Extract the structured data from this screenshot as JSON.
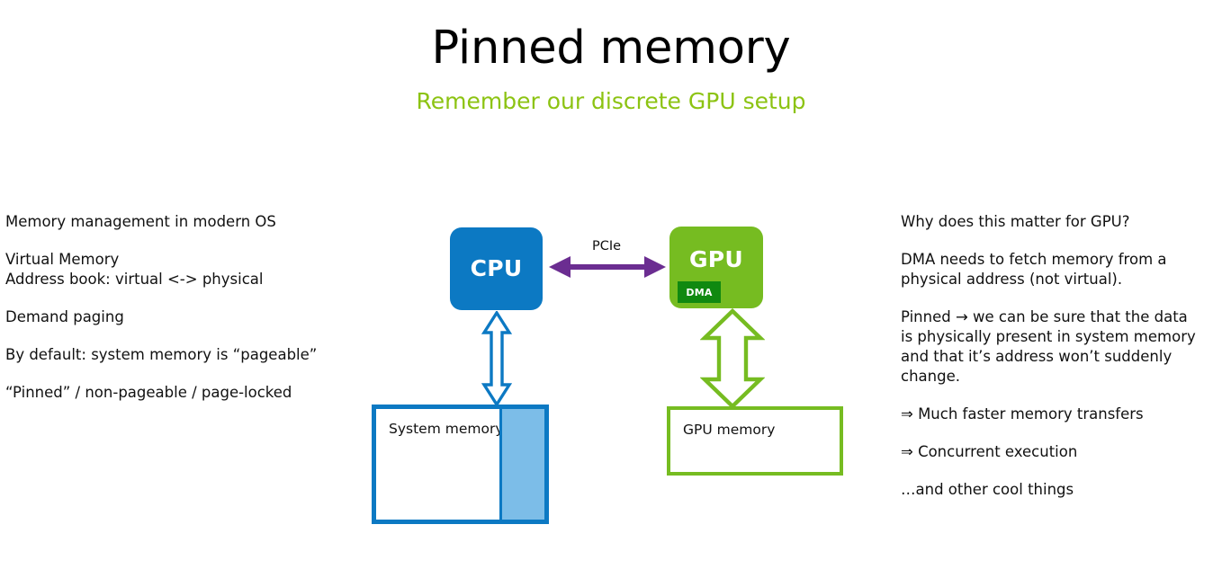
{
  "header": {
    "title": "Pinned memory",
    "subtitle": "Remember our discrete GPU setup",
    "subtitle_color": "#8cc312"
  },
  "left_column": {
    "paragraphs": [
      {
        "lines": [
          "Memory management in modern OS"
        ]
      },
      {
        "lines": [
          "Virtual Memory",
          "Address book: virtual <-> physical"
        ]
      },
      {
        "lines": [
          "Demand paging"
        ]
      },
      {
        "lines": [
          "By default: system memory is “pageable”"
        ]
      },
      {
        "lines": [
          "“Pinned” / non-pageable / page-locked"
        ]
      }
    ]
  },
  "right_column": {
    "paragraphs": [
      {
        "lines": [
          "Why does this matter for GPU?"
        ]
      },
      {
        "lines": [
          "DMA needs to fetch memory from a",
          "physical address (not virtual)."
        ]
      },
      {
        "lines": [
          "Pinned → we can be sure that the data",
          "is physically present in system memory",
          "and that it’s address won’t suddenly",
          "change."
        ]
      },
      {
        "lines": [
          "⇒ Much faster memory transfers"
        ]
      },
      {
        "lines": [
          "⇒ Concurrent execution"
        ]
      },
      {
        "lines": [
          "…and other cool things"
        ]
      }
    ]
  },
  "diagram": {
    "cpu": {
      "label": "CPU",
      "color": "#0c79c3"
    },
    "gpu": {
      "label": "GPU",
      "color": "#76bc21"
    },
    "dma": {
      "label": "DMA",
      "color": "#108910"
    },
    "system_memory": {
      "label": "System memory",
      "border_color": "#0c79c3",
      "pinned_region_color": "#7cbde8"
    },
    "gpu_memory": {
      "label": "GPU memory",
      "border_color": "#76bc21"
    },
    "interconnect": {
      "label": "PCIe",
      "color": "#6b2d91"
    },
    "cpu_memory_link": {
      "color": "#0c79c3"
    },
    "gpu_memory_link": {
      "color": "#76bc21"
    }
  }
}
